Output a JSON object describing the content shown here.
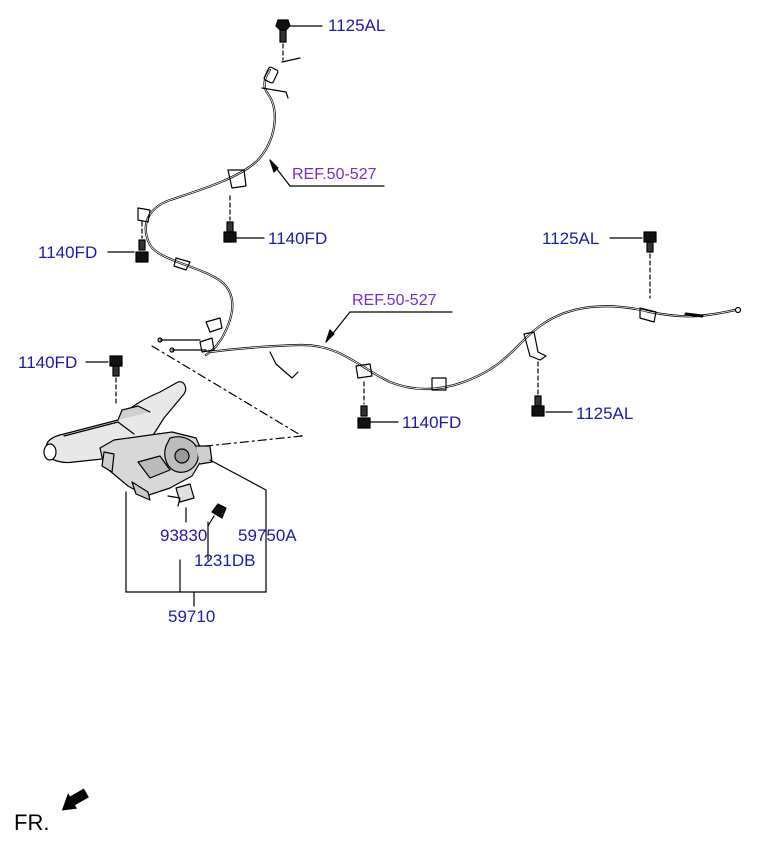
{
  "labels": {
    "top_bolt": "1125AL",
    "ref_upper": "REF.50-527",
    "bolt_left_upper": "1140FD",
    "bolt_mid_upper": "1140FD",
    "right_bolt_top": "1125AL",
    "ref_lower": "REF.50-527",
    "bolt_left_lower": "1140FD",
    "bolt_mid_lower": "1140FD",
    "right_bolt_bottom": "1125AL",
    "part_93830": "93830",
    "part_59750a": "59750A",
    "part_1231db": "1231DB",
    "part_59710": "59710"
  },
  "direction": {
    "label": "FR.",
    "arrow_icon": "front-direction-arrow-icon"
  },
  "colors": {
    "part_label": "#1a1aa8",
    "ref_label": "#7a2bd0",
    "line": "#000000"
  }
}
